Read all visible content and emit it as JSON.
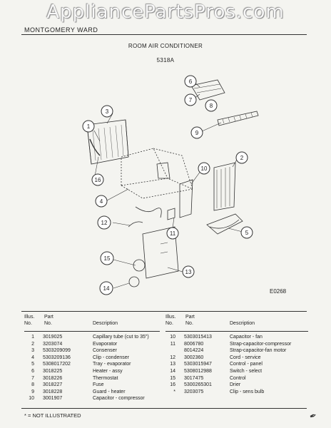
{
  "watermark": "AppliancePartsPros.com",
  "header": {
    "brand": "MONTGOMERY WARD",
    "title": "ROOM AIR CONDITIONER",
    "model": "5318A"
  },
  "diagram": {
    "callouts": [
      "1",
      "2",
      "3",
      "4",
      "5",
      "6",
      "7",
      "8",
      "9",
      "10",
      "11",
      "12",
      "13",
      "14",
      "15",
      "16"
    ],
    "figure_code": "E0268"
  },
  "table": {
    "headers": {
      "illus": "Illus.",
      "no": "No.",
      "part": "Part",
      "part_no": "No.",
      "description": "Description"
    },
    "left_rows": [
      {
        "illus": "1",
        "part": "3019025",
        "desc": "Capillary tube (cut to 35\")"
      },
      {
        "illus": "2",
        "part": "3203074",
        "desc": "Evaporator"
      },
      {
        "illus": "3",
        "part": "5303209099",
        "desc": "Consenser"
      },
      {
        "illus": "4",
        "part": "5303209136",
        "desc": "Clip - condenser"
      },
      {
        "illus": "5",
        "part": "5308017202",
        "desc": "Tray - evaporator"
      },
      {
        "illus": "6",
        "part": "3018225",
        "desc": "Heater - assy"
      },
      {
        "illus": "7",
        "part": "3018226",
        "desc": "Thermostat"
      },
      {
        "illus": "8",
        "part": "3018227",
        "desc": "Fuse"
      },
      {
        "illus": "9",
        "part": "3018228",
        "desc": "Guard - heater"
      },
      {
        "illus": "10",
        "part": "3001907",
        "desc": "Capacitor - compressor"
      }
    ],
    "right_rows": [
      {
        "illus": "10",
        "part": "5303015413",
        "desc": "Capacitor - fan"
      },
      {
        "illus": "11",
        "part": "8006780",
        "desc": "Strap-capacitor-compressor"
      },
      {
        "illus": "",
        "part": "8014224",
        "desc": "Strap-capacitor-fan motor"
      },
      {
        "illus": "12",
        "part": "3002360",
        "desc": "Cord - service"
      },
      {
        "illus": "13",
        "part": "5303015947",
        "desc": "Control - panel"
      },
      {
        "illus": "14",
        "part": "5308012988",
        "desc": "Switch - select"
      },
      {
        "illus": "15",
        "part": "3017475",
        "desc": "Control"
      },
      {
        "illus": "16",
        "part": "5300265301",
        "desc": "Drier"
      },
      {
        "illus": "*",
        "part": "3203075",
        "desc": "Clip - sens bulb"
      }
    ]
  },
  "footnote": "* = NOT ILLUSTRATED",
  "scribble": "✒"
}
